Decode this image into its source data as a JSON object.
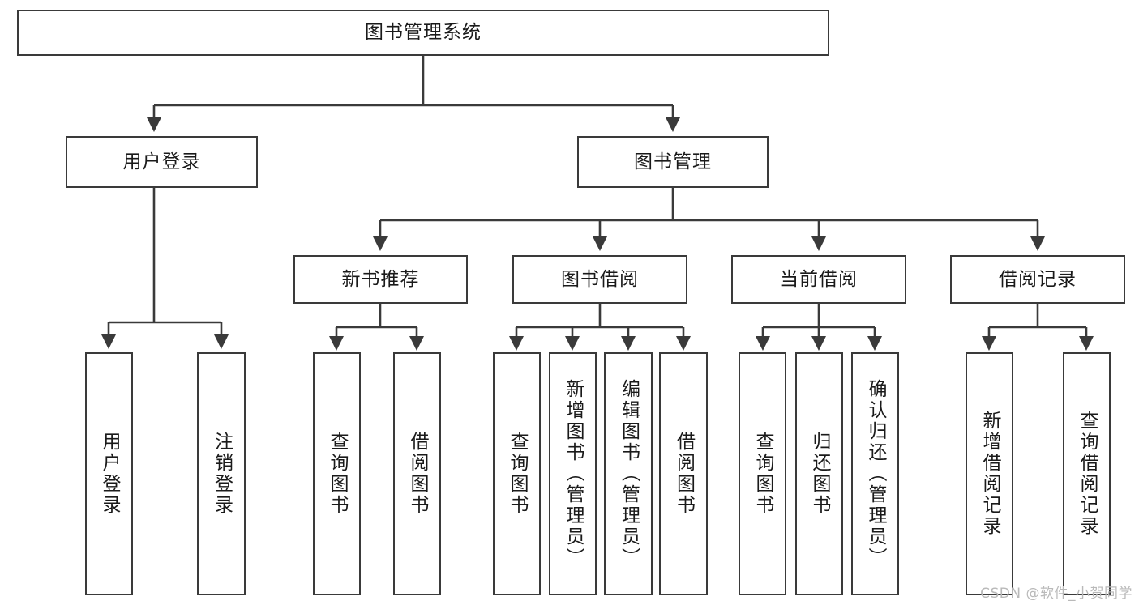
{
  "diagram": {
    "type": "tree-hierarchy-chart",
    "title": "图书管理系统",
    "orientation": "top-down",
    "colors": {
      "box_border": "#3a3a3a",
      "box_fill": "#ffffff",
      "edge": "#3a3a3a",
      "text": "#1a1a1a",
      "watermark": "#b9b9b9",
      "background": "#ffffff"
    },
    "root": {
      "label": "图书管理系统"
    },
    "level2": [
      {
        "id": "user-login",
        "label": "用户登录"
      },
      {
        "id": "book-manage",
        "label": "图书管理"
      }
    ],
    "level3": [
      {
        "id": "new-book-recommend",
        "label": "新书推荐",
        "parent": "book-manage"
      },
      {
        "id": "book-borrow",
        "label": "图书借阅",
        "parent": "book-manage"
      },
      {
        "id": "current-borrow",
        "label": "当前借阅",
        "parent": "book-manage"
      },
      {
        "id": "borrow-record",
        "label": "借阅记录",
        "parent": "book-manage"
      }
    ],
    "leaves": [
      {
        "id": "leaf-user-login",
        "label": "用户登录",
        "parent": "user-login"
      },
      {
        "id": "leaf-user-logout",
        "label": "注销登录",
        "parent": "user-login"
      },
      {
        "id": "leaf-query-book-1",
        "label": "查询图书",
        "parent": "new-book-recommend"
      },
      {
        "id": "leaf-borrow-book-1",
        "label": "借阅图书",
        "parent": "new-book-recommend"
      },
      {
        "id": "leaf-query-book-2",
        "label": "查询图书",
        "parent": "book-borrow"
      },
      {
        "id": "leaf-add-book",
        "label": "新增图书（管理员）",
        "parent": "book-borrow"
      },
      {
        "id": "leaf-edit-book",
        "label": "编辑图书（管理员）",
        "parent": "book-borrow"
      },
      {
        "id": "leaf-borrow-book-2",
        "label": "借阅图书",
        "parent": "book-borrow"
      },
      {
        "id": "leaf-query-book-3",
        "label": "查询图书",
        "parent": "current-borrow"
      },
      {
        "id": "leaf-return-book",
        "label": "归还图书",
        "parent": "current-borrow"
      },
      {
        "id": "leaf-confirm-return",
        "label": "确认归还（管理员）",
        "parent": "current-borrow"
      },
      {
        "id": "leaf-add-record",
        "label": "新增借阅记录",
        "parent": "borrow-record"
      },
      {
        "id": "leaf-query-record",
        "label": "查询借阅记录",
        "parent": "borrow-record"
      }
    ]
  },
  "watermark": {
    "text": "CSDN @软件_小贺同学"
  }
}
